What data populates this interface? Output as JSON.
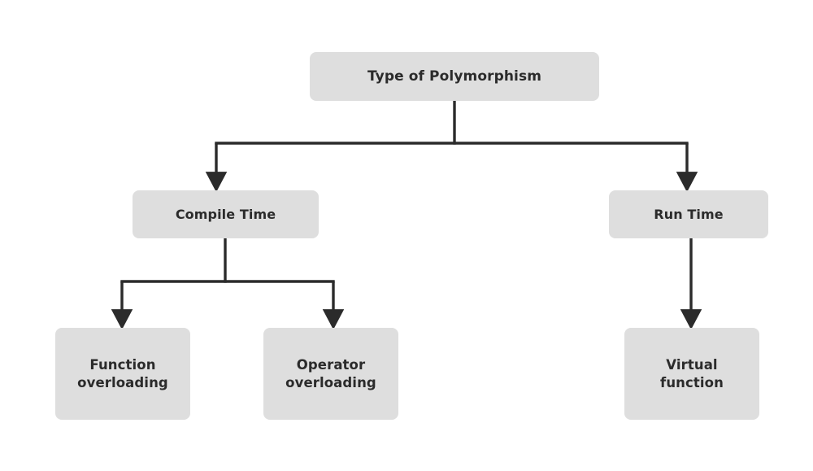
{
  "diagram": {
    "type": "tree",
    "orientation": "top-down",
    "title_node": "Type of Polymorphism",
    "colors": {
      "node_fill": "#dedede",
      "node_text": "#2b2b2b",
      "edge": "#2b2b2b",
      "background": "#ffffff"
    },
    "nodes": [
      {
        "id": "root",
        "label": "Type of Polymorphism",
        "level": 0
      },
      {
        "id": "compile-time",
        "label": "Compile Time",
        "level": 1
      },
      {
        "id": "run-time",
        "label": "Run Time",
        "level": 1
      },
      {
        "id": "function-overloading",
        "label": "Function\noverloading",
        "level": 2
      },
      {
        "id": "operator-overloading",
        "label": "Operator\noverloading",
        "level": 2
      },
      {
        "id": "virtual-function",
        "label": "Virtual\nfunction",
        "level": 2
      }
    ],
    "edges": [
      {
        "from": "root",
        "to": "compile-time",
        "arrow": "to"
      },
      {
        "from": "root",
        "to": "run-time",
        "arrow": "to"
      },
      {
        "from": "compile-time",
        "to": "function-overloading",
        "arrow": "to"
      },
      {
        "from": "compile-time",
        "to": "operator-overloading",
        "arrow": "to"
      },
      {
        "from": "run-time",
        "to": "virtual-function",
        "arrow": "to"
      }
    ]
  }
}
